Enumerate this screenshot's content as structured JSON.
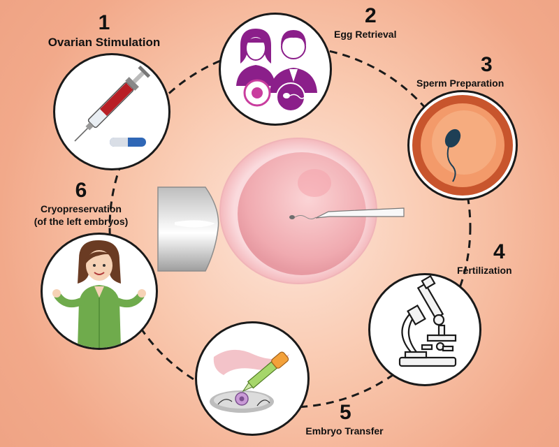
{
  "steps": [
    {
      "number": "1",
      "label": "Ovarian Stimulation",
      "icon": "syringe-icon"
    },
    {
      "number": "2",
      "label": "Egg Retrieval",
      "icon": "couple-icon"
    },
    {
      "number": "3",
      "label": "Sperm Preparation",
      "icon": "sperm-icon"
    },
    {
      "number": "4",
      "label": "Fertilization",
      "icon": "microscope-icon"
    },
    {
      "number": "5",
      "label": "Embryo Transfer",
      "icon": "pipette-icon"
    },
    {
      "number": "6",
      "label_line1": "Cryopreservation",
      "label_line2": "(of the left embryos)",
      "icon": "woman-icon"
    }
  ],
  "colors": {
    "background": "#f2a98a",
    "ring": "#1a1a1a",
    "accent_purple": "#8b1f8a",
    "egg_pink": "#f3b0b6"
  }
}
